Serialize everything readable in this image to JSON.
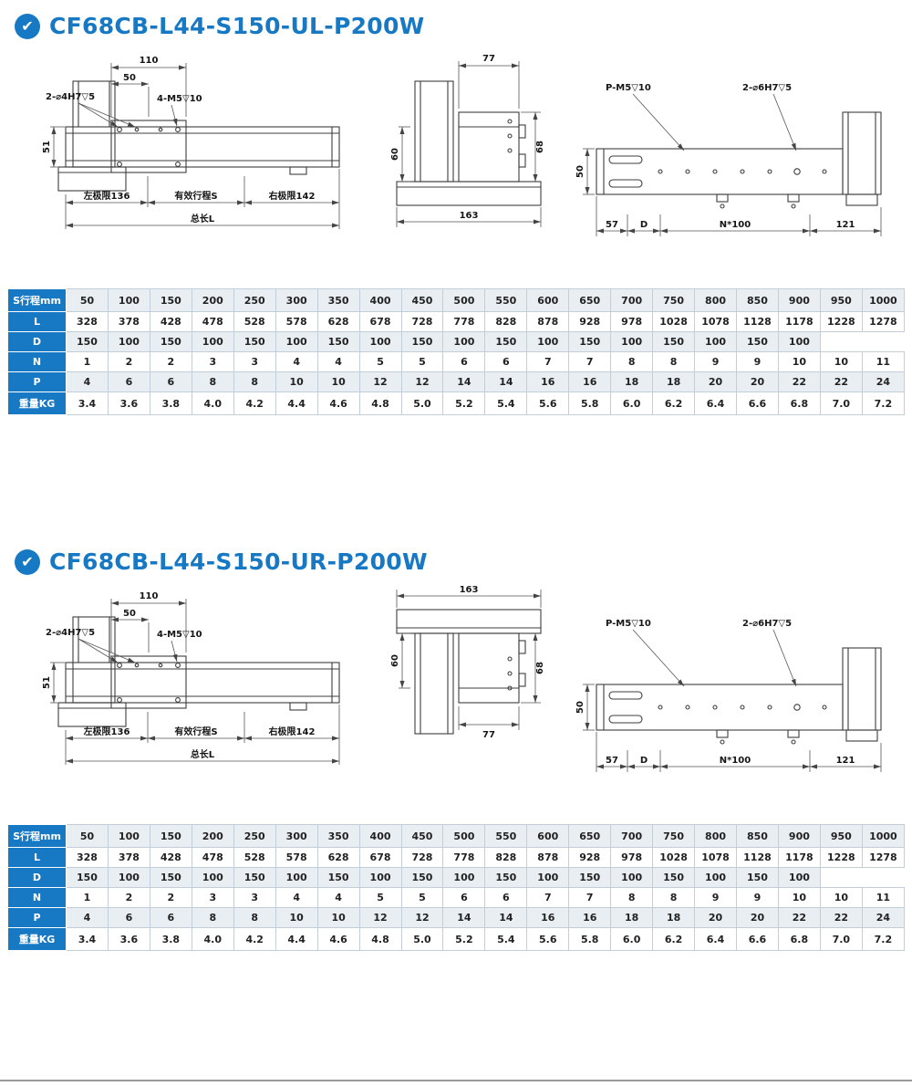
{
  "page": {
    "accent": "#1779c4"
  },
  "sections": [
    {
      "title": "CF68CB-L44-S150-UL-P200W",
      "badge": "✔",
      "front": {
        "dim_110": "110",
        "dim_50": "50",
        "hole_label_1": "2-⌀4H7▽5",
        "hole_label_2": "4-M5▽10",
        "dim_51": "51",
        "left_limit": "左极限136",
        "stroke_label": "有效行程S",
        "right_limit": "右极限142",
        "total_label": "总长L"
      },
      "side": {
        "dim_top": "77",
        "dim_left": "60",
        "dim_right": "68",
        "dim_bottom": "163"
      },
      "top": {
        "hole_label_1": "P-M5▽10",
        "hole_label_2": "2-⌀6H7▽5",
        "dim_50": "50",
        "dim_57": "57",
        "dim_d": "D",
        "dim_n100": "N*100",
        "dim_121": "121"
      },
      "table": {
        "rows": [
          {
            "label": "S行程mm",
            "values": [
              "50",
              "100",
              "150",
              "200",
              "250",
              "300",
              "350",
              "400",
              "450",
              "500",
              "550",
              "600",
              "650",
              "700",
              "750",
              "800",
              "850",
              "900",
              "950",
              "1000"
            ]
          },
          {
            "label": "L",
            "values": [
              "328",
              "378",
              "428",
              "478",
              "528",
              "578",
              "628",
              "678",
              "728",
              "778",
              "828",
              "878",
              "928",
              "978",
              "1028",
              "1078",
              "1128",
              "1178",
              "1228",
              "1278"
            ]
          },
          {
            "label": "D",
            "values": [
              "150",
              "100",
              "150",
              "100",
              "150",
              "100",
              "150",
              "100",
              "150",
              "100",
              "150",
              "100",
              "150",
              "100",
              "150",
              "100",
              "150",
              "100"
            ]
          },
          {
            "label": "N",
            "values": [
              "1",
              "2",
              "2",
              "3",
              "3",
              "4",
              "4",
              "5",
              "5",
              "6",
              "6",
              "7",
              "7",
              "8",
              "8",
              "9",
              "9",
              "10",
              "10",
              "11"
            ]
          },
          {
            "label": "P",
            "values": [
              "4",
              "6",
              "6",
              "8",
              "8",
              "10",
              "10",
              "12",
              "12",
              "14",
              "14",
              "16",
              "16",
              "18",
              "18",
              "20",
              "20",
              "22",
              "22",
              "24"
            ]
          },
          {
            "label": "重量KG",
            "values": [
              "3.4",
              "3.6",
              "3.8",
              "4.0",
              "4.2",
              "4.4",
              "4.6",
              "4.8",
              "5.0",
              "5.2",
              "5.4",
              "5.6",
              "5.8",
              "6.0",
              "6.2",
              "6.4",
              "6.6",
              "6.8",
              "7.0",
              "7.2"
            ]
          }
        ]
      }
    },
    {
      "title": "CF68CB-L44-S150-UR-P200W",
      "badge": "✔",
      "front": {
        "dim_110": "110",
        "dim_50": "50",
        "hole_label_1": "2-⌀4H7▽5",
        "hole_label_2": "4-M5▽10",
        "dim_51": "51",
        "left_limit": "左极限136",
        "stroke_label": "有效行程S",
        "right_limit": "右极限142",
        "total_label": "总长L"
      },
      "side": {
        "dim_top": "163",
        "dim_left": "60",
        "dim_right": "68",
        "dim_bottom": "77"
      },
      "top": {
        "hole_label_1": "P-M5▽10",
        "hole_label_2": "2-⌀6H7▽5",
        "dim_50": "50",
        "dim_57": "57",
        "dim_d": "D",
        "dim_n100": "N*100",
        "dim_121": "121"
      },
      "table": {
        "rows": [
          {
            "label": "S行程mm",
            "values": [
              "50",
              "100",
              "150",
              "200",
              "250",
              "300",
              "350",
              "400",
              "450",
              "500",
              "550",
              "600",
              "650",
              "700",
              "750",
              "800",
              "850",
              "900",
              "950",
              "1000"
            ]
          },
          {
            "label": "L",
            "values": [
              "328",
              "378",
              "428",
              "478",
              "528",
              "578",
              "628",
              "678",
              "728",
              "778",
              "828",
              "878",
              "928",
              "978",
              "1028",
              "1078",
              "1128",
              "1178",
              "1228",
              "1278"
            ]
          },
          {
            "label": "D",
            "values": [
              "150",
              "100",
              "150",
              "100",
              "150",
              "100",
              "150",
              "100",
              "150",
              "100",
              "150",
              "100",
              "150",
              "100",
              "150",
              "100",
              "150",
              "100"
            ]
          },
          {
            "label": "N",
            "values": [
              "1",
              "2",
              "2",
              "3",
              "3",
              "4",
              "4",
              "5",
              "5",
              "6",
              "6",
              "7",
              "7",
              "8",
              "8",
              "9",
              "9",
              "10",
              "10",
              "11"
            ]
          },
          {
            "label": "P",
            "values": [
              "4",
              "6",
              "6",
              "8",
              "8",
              "10",
              "10",
              "12",
              "12",
              "14",
              "14",
              "16",
              "16",
              "18",
              "18",
              "20",
              "20",
              "22",
              "22",
              "24"
            ]
          },
          {
            "label": "重量KG",
            "values": [
              "3.4",
              "3.6",
              "3.8",
              "4.0",
              "4.2",
              "4.4",
              "4.6",
              "4.8",
              "5.0",
              "5.2",
              "5.4",
              "5.6",
              "5.8",
              "6.0",
              "6.2",
              "6.4",
              "6.6",
              "6.8",
              "7.0",
              "7.2"
            ]
          }
        ]
      }
    }
  ]
}
